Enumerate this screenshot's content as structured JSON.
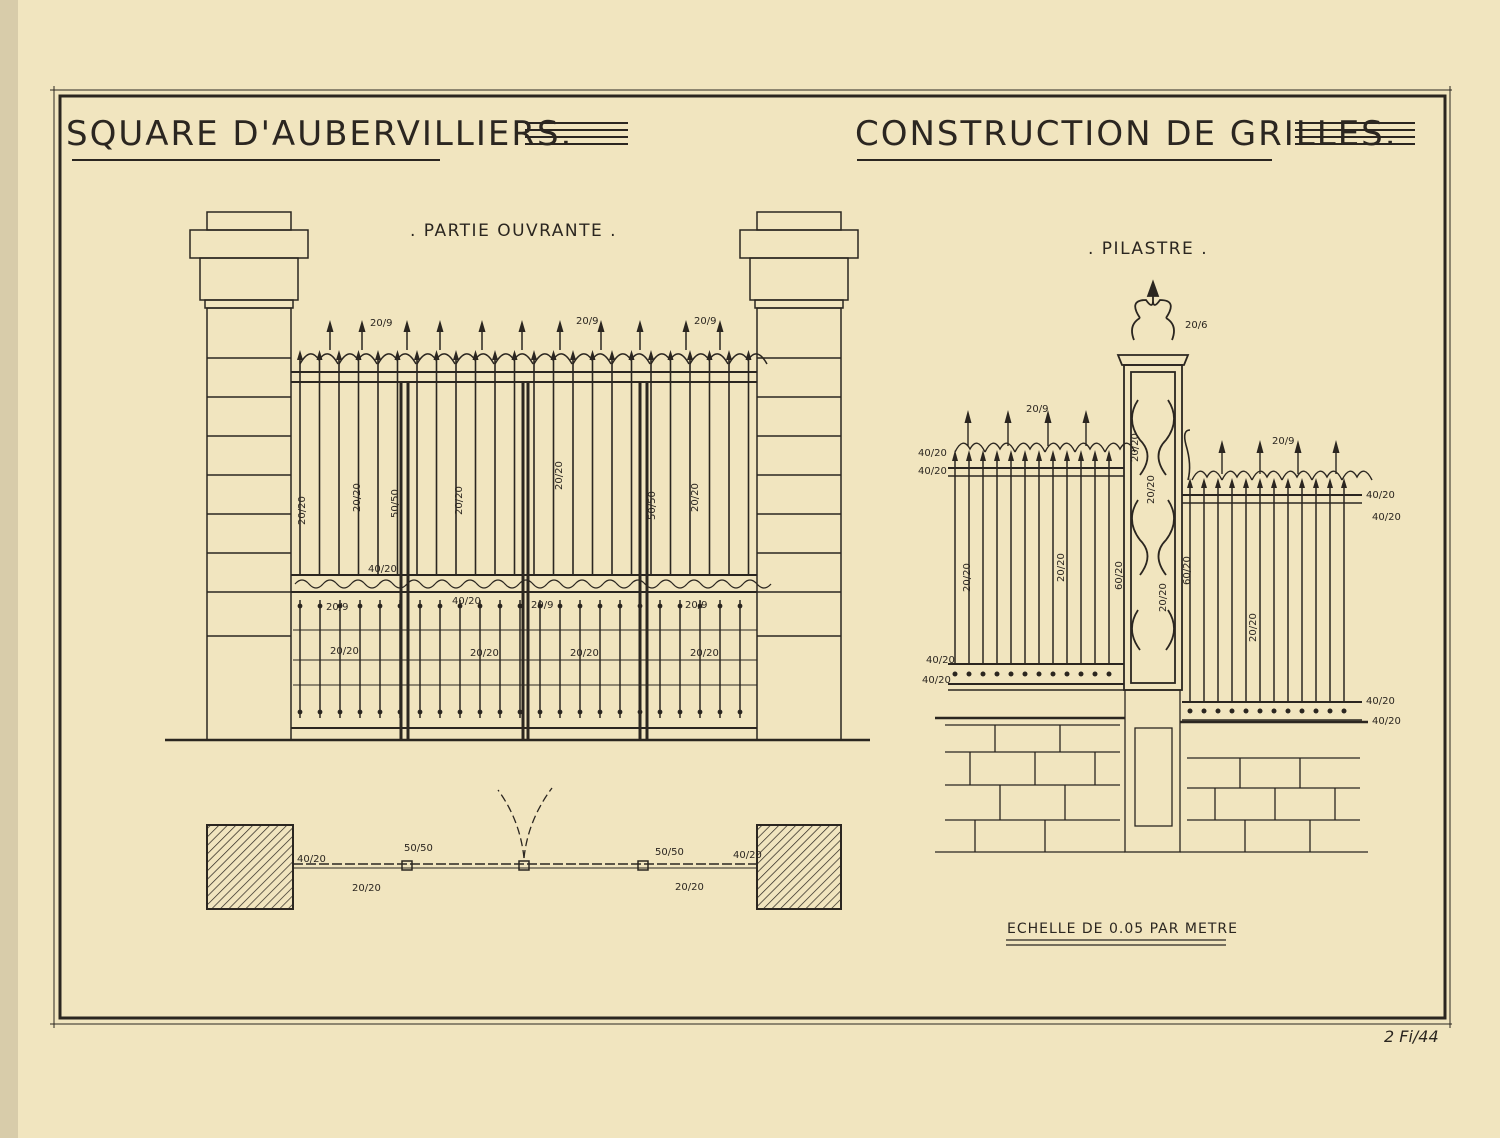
{
  "titles": {
    "left": "SQUARE D'AUBERVILLIERS.",
    "right": "CONSTRUCTION DE GRILLES."
  },
  "sections": {
    "gate": ". PARTIE OUVRANTE .",
    "pilaster": ". PILASTRE ."
  },
  "scale": "ECHELLE DE 0.05 PAR METRE",
  "archive_ref": "2 Fi/44",
  "gate_dims": {
    "top1": "20/9",
    "top2": "20/9",
    "top3": "20/9",
    "bar1": "20/20",
    "bar2": "20/20",
    "bar3": "50/50",
    "bar4": "20/20",
    "bar5": "20/20",
    "bar6": "50/50",
    "bar7": "20/20",
    "rail1": "40/20",
    "rail2": "40/20",
    "s1": "20/9",
    "s2": "20/9",
    "s3": "20/9",
    "low1": "20/20",
    "low2": "20/20",
    "low3": "20/20",
    "low4": "20/20"
  },
  "plan_dims": {
    "p1": "40/20",
    "p2": "50/50",
    "p3": "20/20",
    "p4": "50/50",
    "p5": "20/20",
    "p6": "40/20"
  },
  "pilaster_dims": {
    "finial": "20/6",
    "lt": "20/9",
    "l1": "40/20",
    "l2": "40/20",
    "lbar1": "20/20",
    "lbar2": "20/20",
    "lb1": "40/20",
    "lb2": "40/20",
    "c1": "20/20",
    "c2": "20/20",
    "c3": "60/20",
    "c4": "20/20",
    "rt": "20/9",
    "r1": "40/20",
    "r2": "40/20",
    "r3": "60/20",
    "rbar": "20/20",
    "rb1": "40/20",
    "rb2": "40/20"
  }
}
